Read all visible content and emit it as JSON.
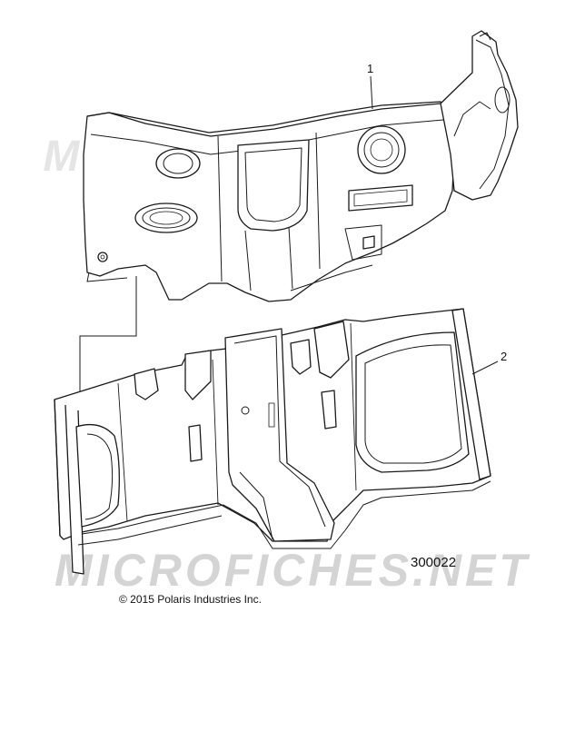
{
  "callouts": [
    {
      "id": "1"
    },
    {
      "id": "2"
    }
  ],
  "watermark": "MICROFICHES.NET",
  "figure_number": "300022",
  "copyright": "© 2015 Polaris Industries Inc.",
  "colors": {
    "line": "#1a1a1a",
    "fill": "#ffffff",
    "watermark": "#d4d4d4"
  }
}
